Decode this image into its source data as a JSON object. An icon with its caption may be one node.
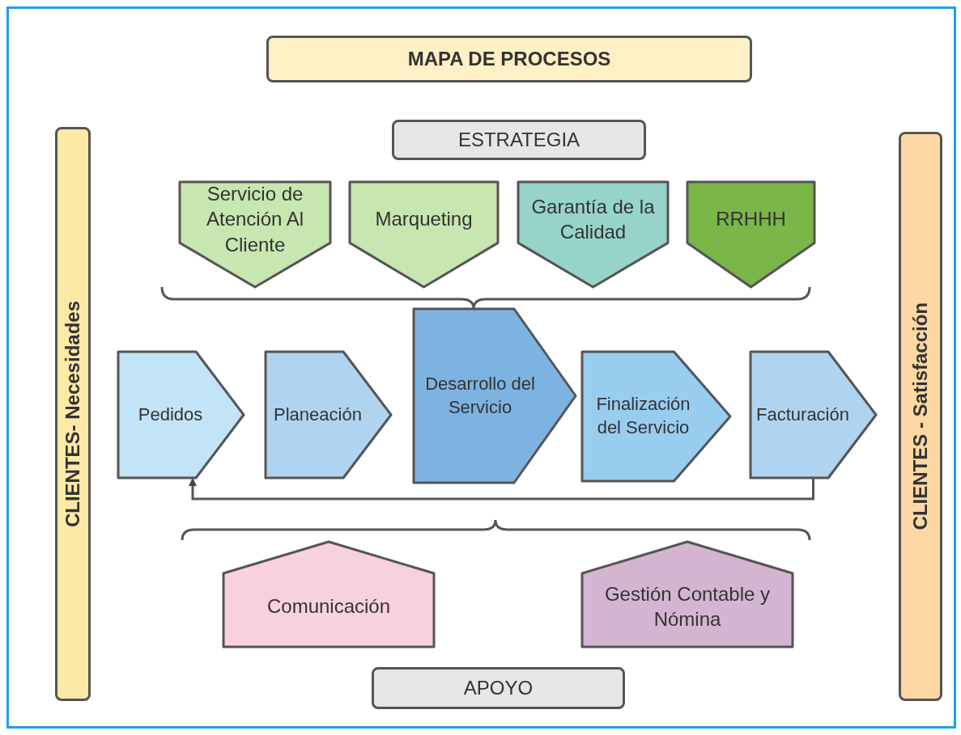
{
  "diagram": {
    "nodes": [
      {
        "text": [
          "MAPA DE PROCESOS"
        ]
      },
      {
        "text": [
          "CLIENTES- Necesidades"
        ]
      },
      {
        "text": [
          "ESTRATEGIA"
        ]
      },
      {
        "text": [
          "Servicio de Atención Al Cliente"
        ]
      },
      {
        "text": [
          "Marqueting"
        ]
      },
      {
        "text": [
          "Garantía de la Calidad"
        ]
      },
      {
        "text": [
          "RRHHH"
        ]
      },
      {
        "text": [
          "Pedidos"
        ]
      },
      {
        "text": [
          "Planeación"
        ]
      },
      {
        "text": [
          "Desarrollo del Servicio"
        ]
      },
      {
        "text": [
          "Finalización del Servicio"
        ]
      },
      {
        "text": [
          "Facturación"
        ]
      },
      {
        "text": [
          "Comunicación"
        ]
      },
      {
        "text": [
          "Gestión Contable y Nómina"
        ]
      },
      {
        "text": [
          "APOYO"
        ]
      },
      {
        "text": [
          "CLIENTES - Satisfacción"
        ]
      }
    ],
    "edges": [
      {
        "from": 11,
        "to": 7,
        "arrow": "to"
      }
    ]
  }
}
